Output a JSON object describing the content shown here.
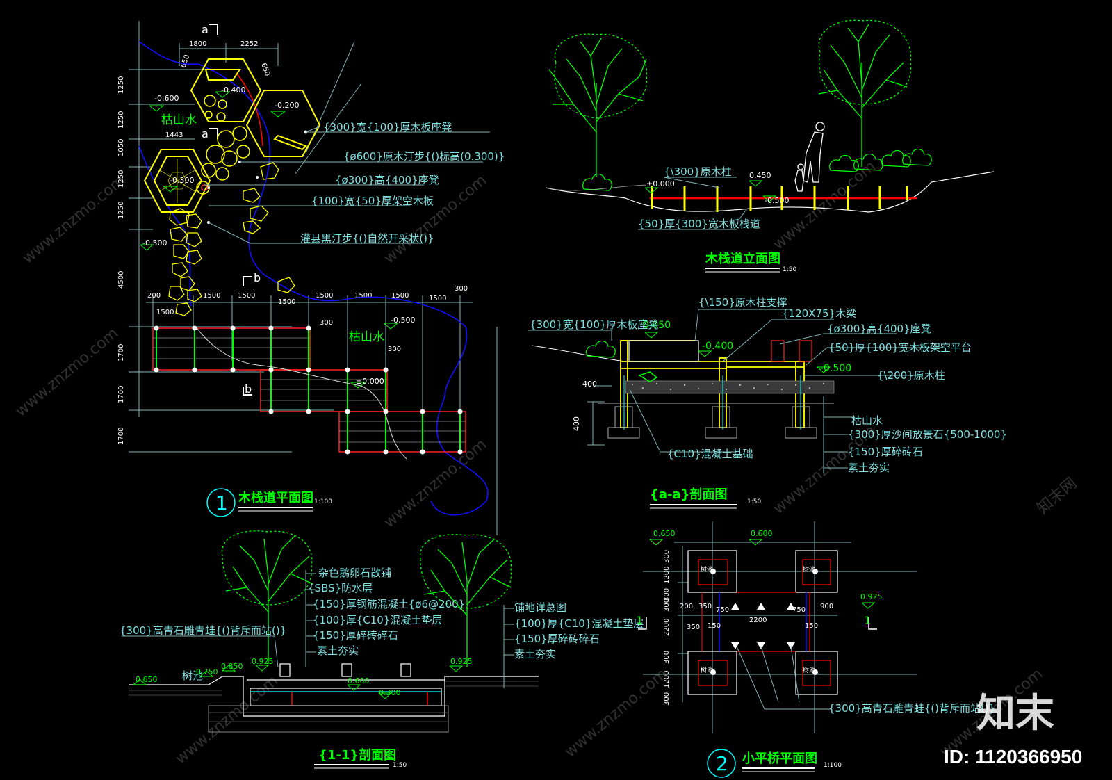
{
  "plan": {
    "section_mark_a": "a",
    "section_mark_b": "b",
    "dims_top": [
      "1800",
      "2252"
    ],
    "dim_650a": "650",
    "dim_650b": "650",
    "dims_left": [
      "1250",
      "1250",
      "1050",
      "1250",
      "1250",
      "4500"
    ],
    "dim_1443": "1443",
    "dims_deck_top": [
      "200",
      "1500",
      "1500",
      "1500",
      "1500",
      "1500",
      "1500",
      "1500",
      "300"
    ],
    "dim_1500_second": "1500",
    "dim_300_right": "300",
    "dim_300_lower": "300",
    "dims_deck_left": [
      "1700",
      "1700",
      "1700"
    ],
    "elev_0600": "-0.600",
    "elev_0400": "-0.400",
    "elev_0200": "-0.200",
    "elev_0300": "-0.300",
    "elev_0500": "-0.500",
    "elev_0500b": "-0.500",
    "elev_0000": "±0.000",
    "label_dry_stream": "枯山水",
    "label_dry_stream_2": "枯山水",
    "callouts": [
      "{300}宽{100}厚木板座凳",
      "{ø600}原木汀步{()标高(0.300)}",
      "{ø300}高{400}座凳",
      "{100}宽{50}厚架空木板",
      "灌县黑汀步{()自然开采状()}"
    ],
    "title_number": "1",
    "title": "木栈道平面图",
    "scale": "1:100"
  },
  "elevation": {
    "callouts": [
      "{\\300}原木柱",
      "{50}厚{300}宽木板栈道"
    ],
    "elev_0000": "±0.000",
    "elev_0450": "0.450",
    "elev_0500": "-0.500",
    "title": "木栈道立面图",
    "scale": "1:50"
  },
  "section_aa": {
    "left_callout": "{300}宽{100}厚木板座凳",
    "right_callouts": [
      "{\\150}原木柱支撑",
      "{120X75}木梁",
      "{ø300}高{400}座凳",
      "{50}厚{100}宽木板架空平台",
      "{\\200}原木柱"
    ],
    "layers": [
      "枯山水",
      "{300}厚沙间放景石{500-1000}",
      "{150}厚碎砖石",
      "素土夯实"
    ],
    "foundation": "{C10}混凝土基础",
    "elev_0050": "0.050",
    "elev_0400": "-0.400",
    "elev_0500": "-0.500",
    "dim_400a": "400",
    "dim_400b": "400",
    "title": "{a-a}剖面图",
    "scale": "1:50"
  },
  "section_11": {
    "upper_callouts": [
      "杂色鹅卵石散铺",
      "{SBS}防水层",
      "{150}厚钢筋混凝土{ø6@200}",
      "{100}厚{C10}混凝土垫层",
      "{150}厚碎砖碎石",
      "素土夯实"
    ],
    "right_callouts": [
      "铺地详总图",
      "{100}厚{C10}混凝土垫层",
      "{150}厚碎砖碎石",
      "素土夯实"
    ],
    "left_callout": "{300}高青石雕青蛙{()背斥而站()}",
    "tree_pit": "树池",
    "elevs": [
      "0.650",
      "0.750",
      "0.850",
      "0.925",
      "0.925",
      "0.600",
      "0.300"
    ],
    "title": "{1-1}剖面图",
    "scale": "1:50"
  },
  "bridge_plan": {
    "elevs": [
      "0.650",
      "0.600",
      "0.925"
    ],
    "tree_pit": "树池",
    "dims_left": [
      "300",
      "1200",
      "300",
      "300",
      "2200",
      "300",
      "1200",
      "300"
    ],
    "dims_mid": [
      "200",
      "350",
      "750",
      "750",
      "900",
      "350",
      "150",
      "150"
    ],
    "dim_2200": "2200",
    "section_mark": "1",
    "callout": "{300}高青石雕青蛙{()背斥而站()}",
    "title_number": "2",
    "title": "小平桥平面图",
    "scale": "1:100"
  },
  "watermark": {
    "site": "www.znzmo.com",
    "brand": "知末网",
    "logo": "知末",
    "id": "ID: 1120366950"
  },
  "colors": {
    "background": "#000000",
    "green": "#00ff00",
    "yellow": "#ffff00",
    "cyan": "#00ffff",
    "red": "#ff0000",
    "blue": "#1010ff",
    "dim": "#7fb2b2",
    "white": "#ffffff"
  }
}
